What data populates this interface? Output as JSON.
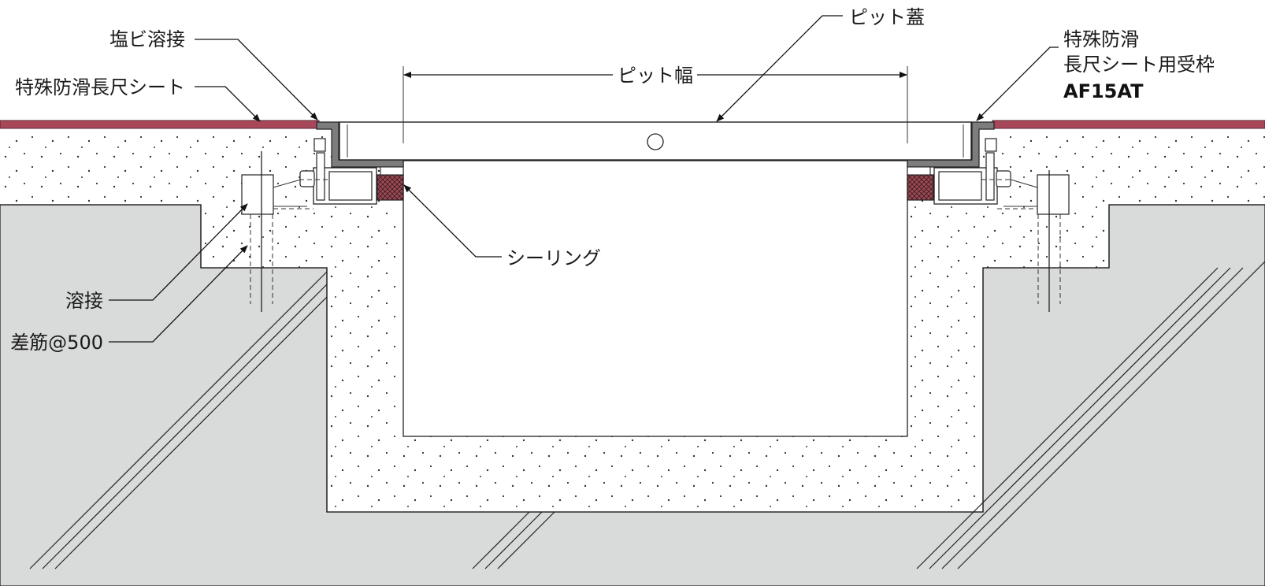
{
  "labels": {
    "pvc_weld": "塩ビ溶接",
    "sheet": "特殊防滑長尺シート",
    "pit_cover": "ピット蓋",
    "pit_width": "ピット幅",
    "frame_line1": "特殊防滑",
    "frame_line2": "長尺シート用受枠",
    "frame_model": "AF15AT",
    "sealing": "シーリング",
    "weld": "溶接",
    "rebar": "差筋@500"
  },
  "colors": {
    "sheet": "#a8475a",
    "slab": "#d9dada",
    "frame_metal": "#7d7d7d",
    "sealant": "#9c4a55",
    "line": "#222222"
  }
}
